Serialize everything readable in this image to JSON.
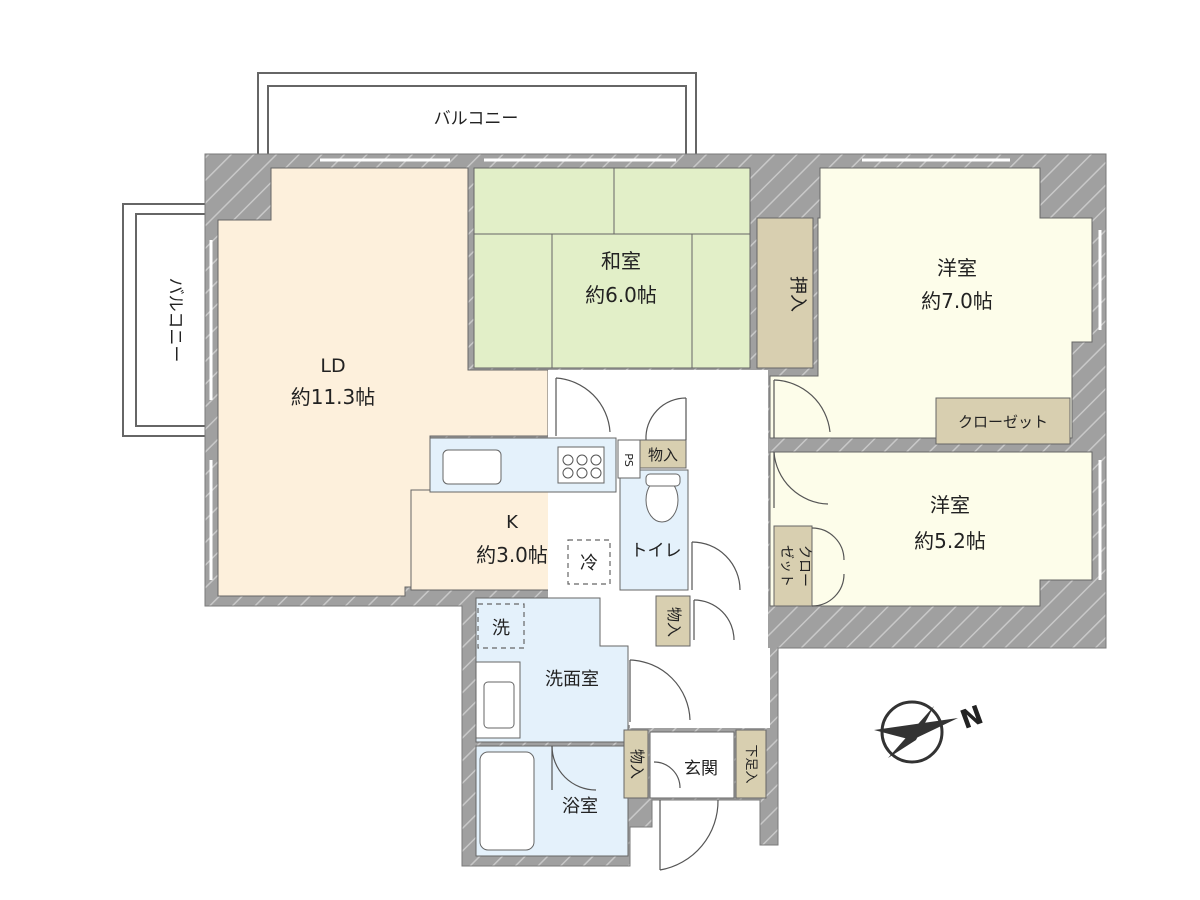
{
  "rooms": {
    "balcony_top": "バルコニー",
    "balcony_left": "バルコニー",
    "ld_name": "LD",
    "ld_size": "約11.3帖",
    "washitsu_name": "和室",
    "washitsu_size": "約6.0帖",
    "oshiire": "押入",
    "yoshitsu1_name": "洋室",
    "yoshitsu1_size": "約7.0帖",
    "closet1": "クローゼット",
    "yoshitsu2_name": "洋室",
    "yoshitsu2_size": "約5.2帖",
    "closet2_col1": "クロー",
    "closet2_col2": "ゼット",
    "k_name": "K",
    "k_size": "約3.0帖",
    "fridge": "冷",
    "ps": "PS",
    "storage1": "物入",
    "toilet": "トイレ",
    "storage2": "物入",
    "wash_machine": "洗",
    "senmen": "洗面室",
    "storage3": "物入",
    "genkan": "玄関",
    "shoe": "下足入",
    "bath": "浴室"
  },
  "compass": {
    "north": "N"
  },
  "colors": {
    "wall": "#9a9a9a",
    "ld": "#fdf0dc",
    "washitsu": "#e2efc8",
    "yoshitsu": "#fdfdea",
    "storage": "#d8cfb0",
    "wet": "#e4f1fb",
    "line": "#555555"
  }
}
